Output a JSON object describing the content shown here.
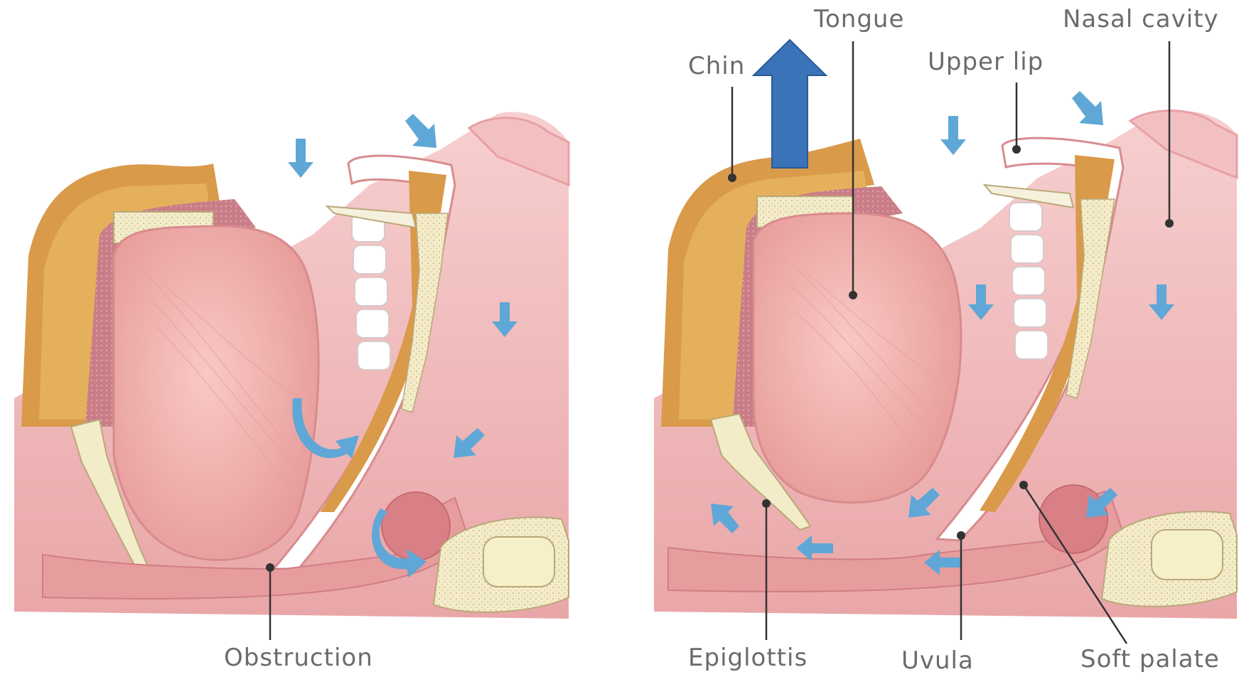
{
  "labels": {
    "obstruction": "Obstruction",
    "tongue": "Tongue",
    "nasal_cavity": "Nasal cavity",
    "chin": "Chin",
    "upper_lip": "Upper lip",
    "epiglottis": "Epiglottis",
    "uvula": "Uvula",
    "soft_palate": "Soft palate"
  },
  "colors": {
    "tissue": "#e9a3a3",
    "tissue_dark": "#d47a7f",
    "tongue": "#f2b3b0",
    "fat": "#d99a4a",
    "bone": "#f3ecc8",
    "teeth": "#ffffff",
    "airflow_arrow": "#5fa7d6",
    "big_arrow": "#3a73b8",
    "leader_line": "#333333"
  }
}
